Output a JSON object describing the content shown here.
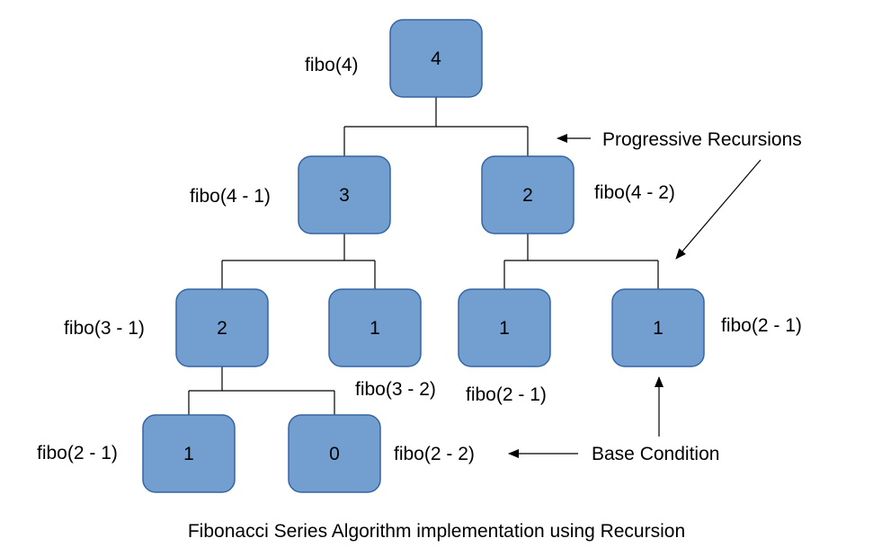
{
  "nodes": {
    "root": {
      "value": "4",
      "label": "fibo(4)"
    },
    "n3": {
      "value": "3",
      "label": "fibo(4 - 1)"
    },
    "n2r": {
      "value": "2",
      "label": "fibo(4 - 2)"
    },
    "n2l": {
      "value": "2",
      "label": "fibo(3 - 1)"
    },
    "n1a": {
      "value": "1",
      "label": "fibo(3 - 2)"
    },
    "n1b": {
      "value": "1",
      "label": "fibo(2 - 1)"
    },
    "n1c": {
      "value": "1",
      "label": "fibo(2 - 1)"
    },
    "n1d": {
      "value": "1",
      "label": "fibo(2 - 1)"
    },
    "n0": {
      "value": "0",
      "label": "fibo(2 - 2)"
    }
  },
  "annotations": {
    "progressive": "Progressive Recursions",
    "base": "Base Condition"
  },
  "caption": "Fibonacci Series Algorithm implementation using Recursion"
}
